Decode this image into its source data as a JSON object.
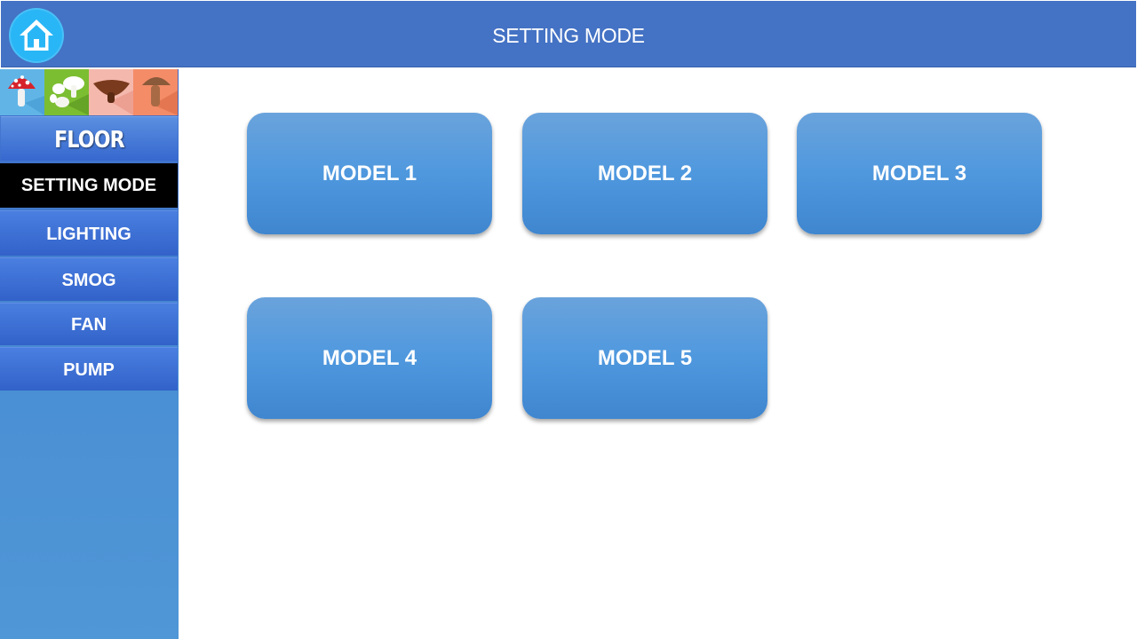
{
  "header": {
    "title": "SETTING MODE",
    "home_icon": "home-icon",
    "color": "#4472c4"
  },
  "sidebar": {
    "tiles": [
      {
        "icon": "red-mushroom-icon"
      },
      {
        "icon": "white-mushroom-icon"
      },
      {
        "icon": "brown-mushroom-icon"
      },
      {
        "icon": "bolete-mushroom-icon"
      }
    ],
    "floor_label": "FLOOR",
    "items": [
      {
        "label": "SETTING MODE",
        "active": true
      },
      {
        "label": "LIGHTING"
      },
      {
        "label": "SMOG"
      },
      {
        "label": "FAN"
      },
      {
        "label": "PUMP"
      }
    ]
  },
  "main": {
    "models": [
      {
        "label": "MODEL 1"
      },
      {
        "label": "MODEL 2"
      },
      {
        "label": "MODEL 3"
      },
      {
        "label": "MODEL 4"
      },
      {
        "label": "MODEL 5"
      }
    ]
  },
  "colors": {
    "accent": "#4472c4",
    "active_nav": "#000000",
    "button": "#4f98de"
  }
}
